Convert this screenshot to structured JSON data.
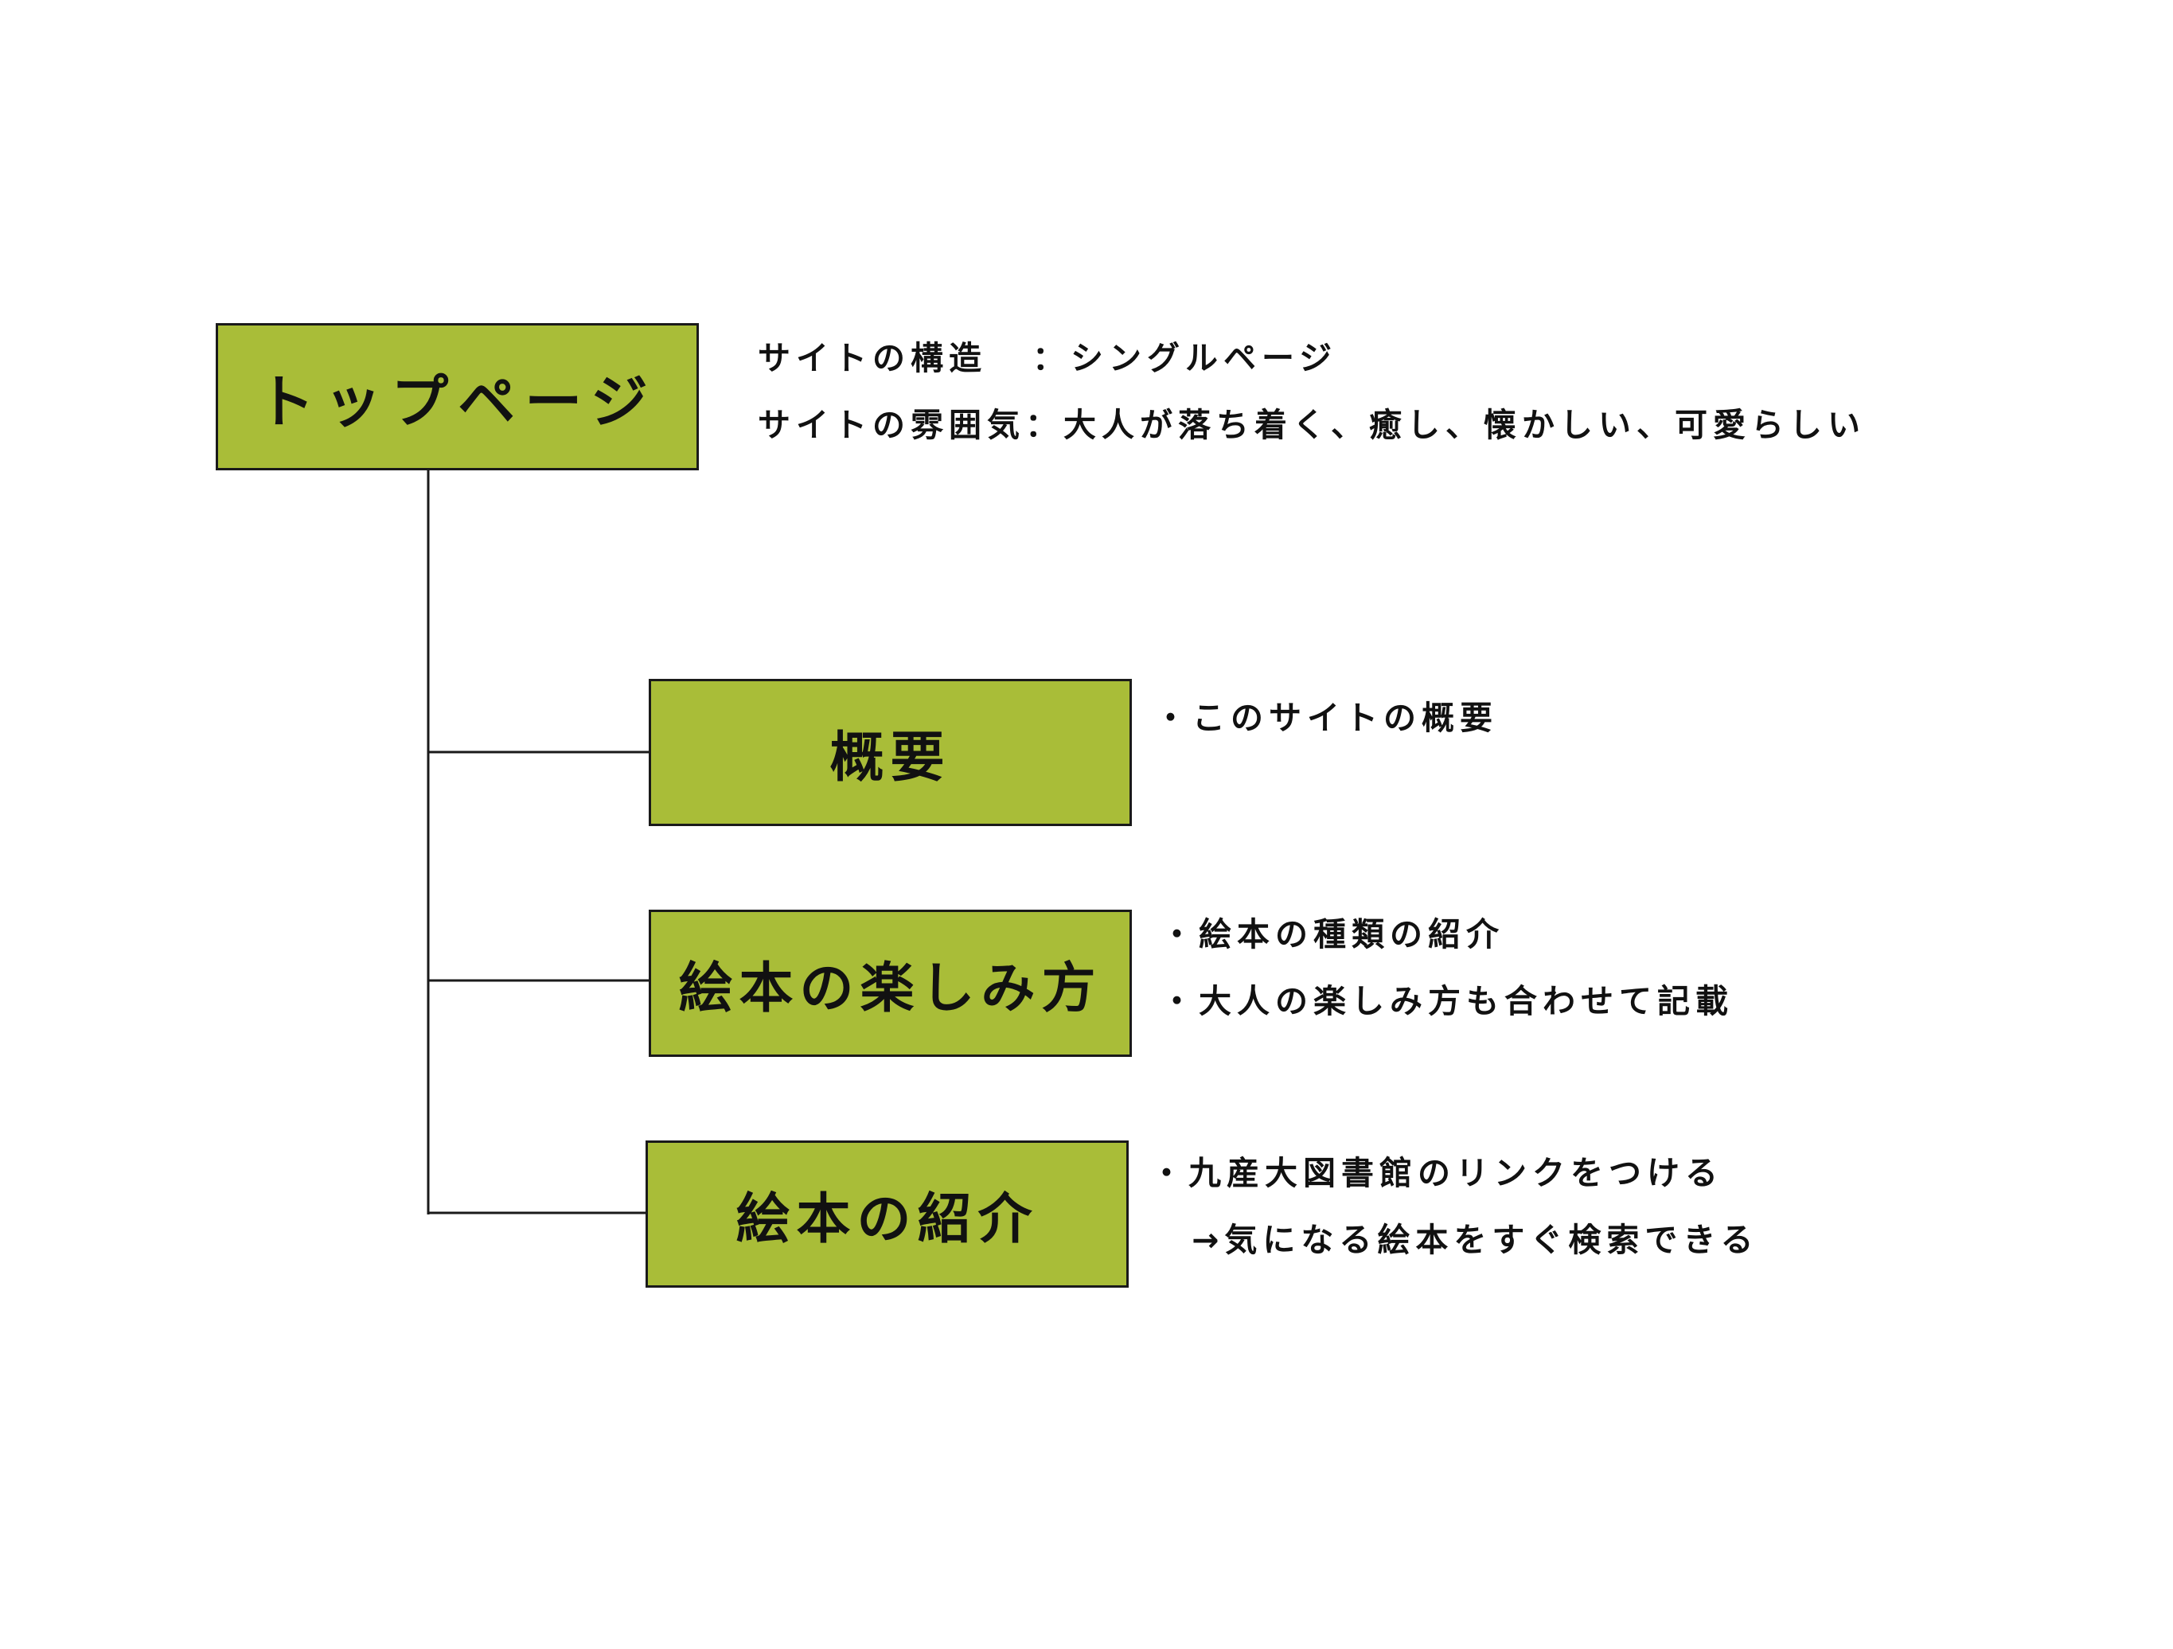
{
  "colors": {
    "box_fill": "#a9bd38",
    "box_border": "#1a1a1a",
    "connector": "#1a1a1a",
    "text": "#111111",
    "background": "#ffffff"
  },
  "top_page": {
    "label": "トップページ",
    "structure_label": "サイトの構造",
    "structure_value": "：シングルページ",
    "atmosphere_label": "サイトの雰囲気",
    "atmosphere_value": "：大人が落ち着く、癒し、懐かしい、可愛らしい"
  },
  "sections": [
    {
      "label": "概要",
      "notes": [
        "・このサイトの概要"
      ]
    },
    {
      "label": "絵本の楽しみ方",
      "notes": [
        "・絵本の種類の紹介",
        "・大人の楽しみ方も合わせて記載"
      ]
    },
    {
      "label": "絵本の紹介",
      "notes": [
        "・九産大図書館のリンクをつける",
        "→気になる絵本をすぐ検索できる"
      ]
    }
  ]
}
